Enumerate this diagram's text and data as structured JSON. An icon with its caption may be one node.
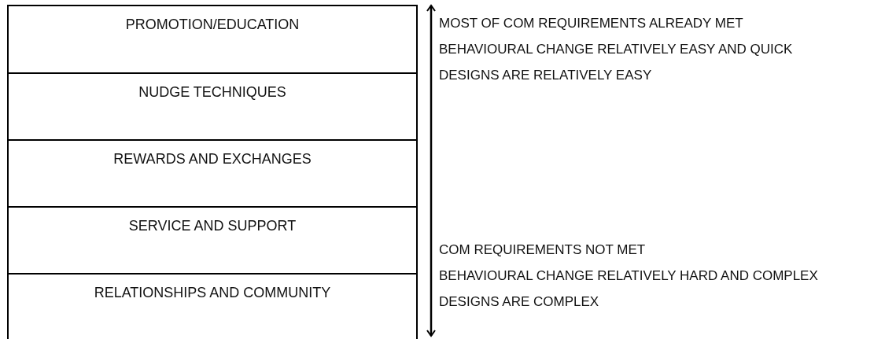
{
  "diagram": {
    "nodes": [
      {
        "text": [
          "PROMOTION/EDUCATION"
        ]
      },
      {
        "text": [
          "NUDGE TECHNIQUES"
        ]
      },
      {
        "text": [
          "REWARDS AND EXCHANGES"
        ]
      },
      {
        "text": [
          "SERVICE AND SUPPORT"
        ]
      },
      {
        "text": [
          "RELATIONSHIPS AND COMMUNITY"
        ]
      }
    ],
    "labels": [
      "MOST OF COM REQUIREMENTS ALREADY MET",
      "BEHAVIOURAL CHANGE RELATIVELY EASY AND QUICK",
      "DESIGNS ARE RELATIVELY EASY",
      "COM REQUIREMENTS NOT MET",
      "BEHAVIOURAL CHANGE RELATIVELY HARD AND COMPLEX",
      "DESIGNS ARE COMPLEX"
    ]
  }
}
